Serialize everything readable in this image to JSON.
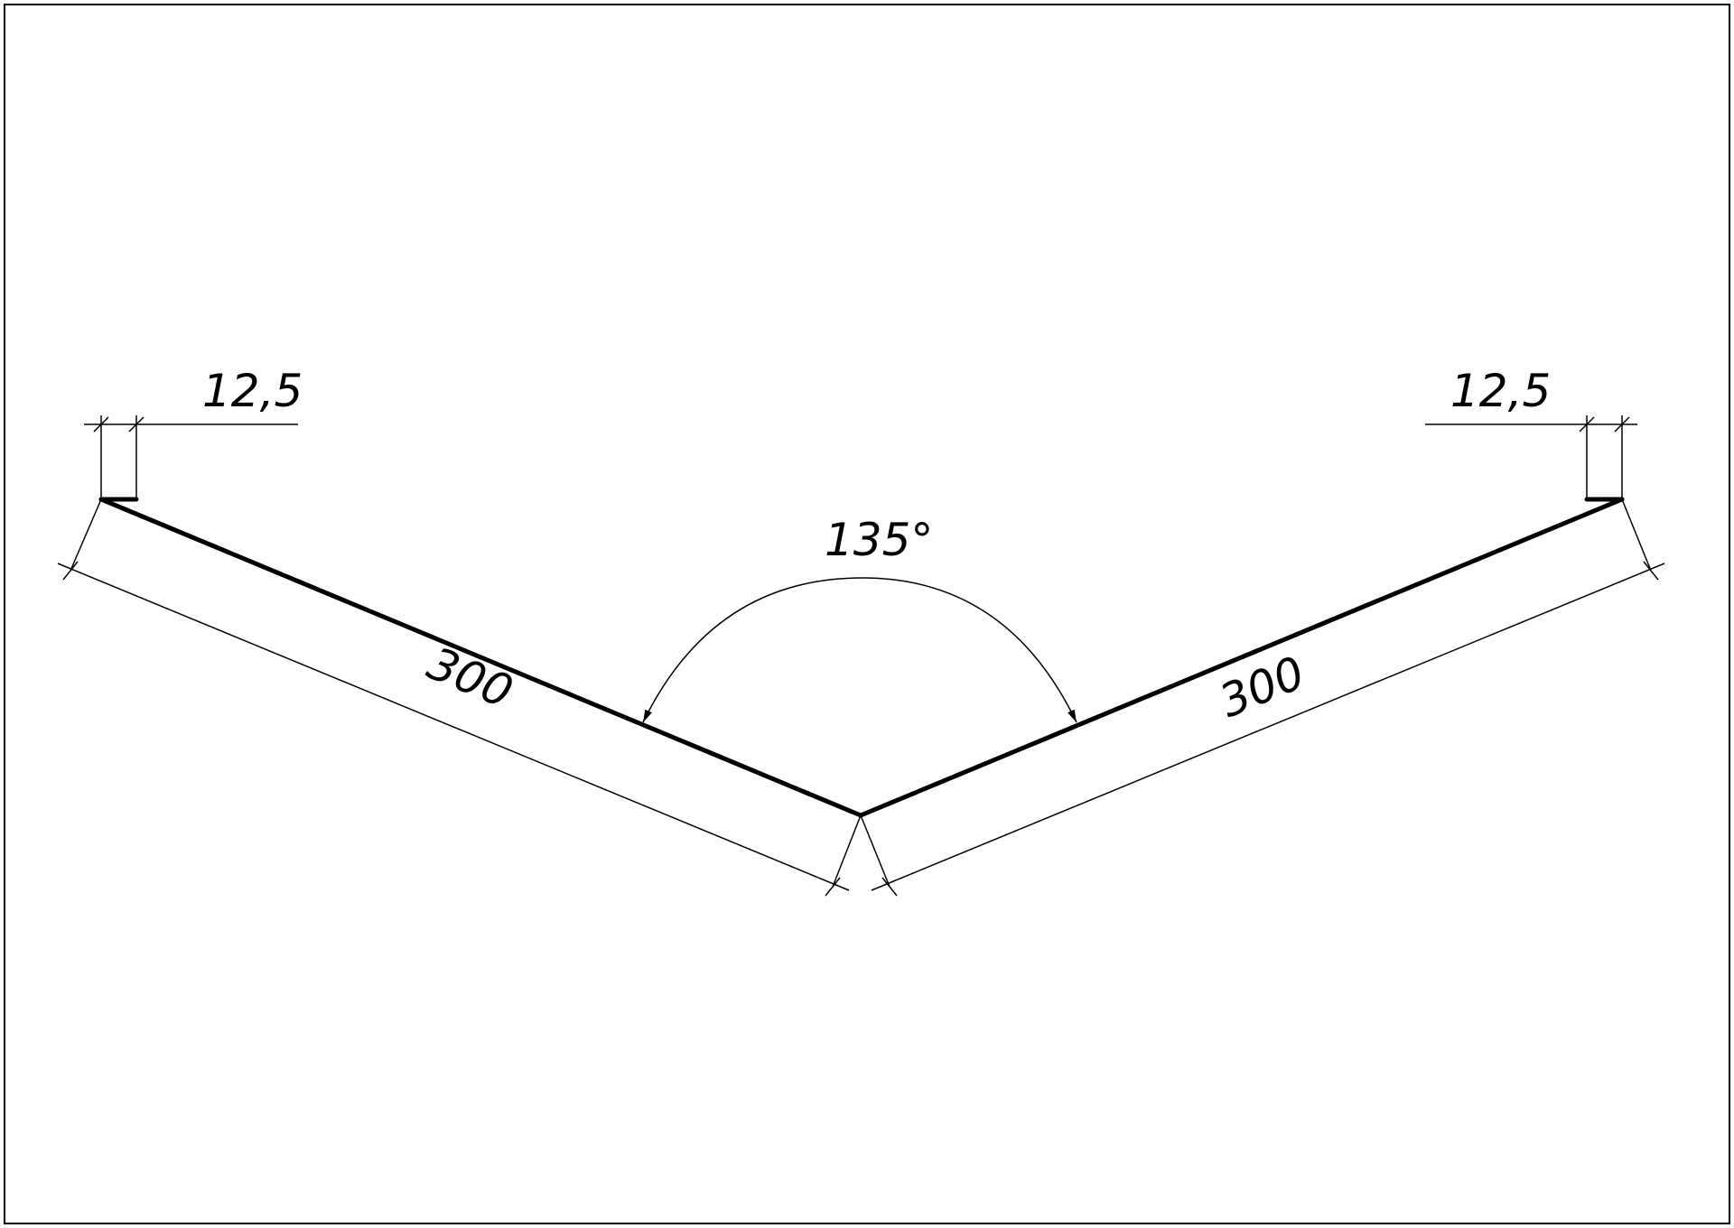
{
  "drawing": {
    "dimensions": {
      "left_flange": "12,5",
      "right_flange": "12,5",
      "left_side": "300",
      "right_side": "300",
      "angle": "135°"
    },
    "colors": {
      "line": "#000000",
      "background": "#ffffff"
    }
  }
}
